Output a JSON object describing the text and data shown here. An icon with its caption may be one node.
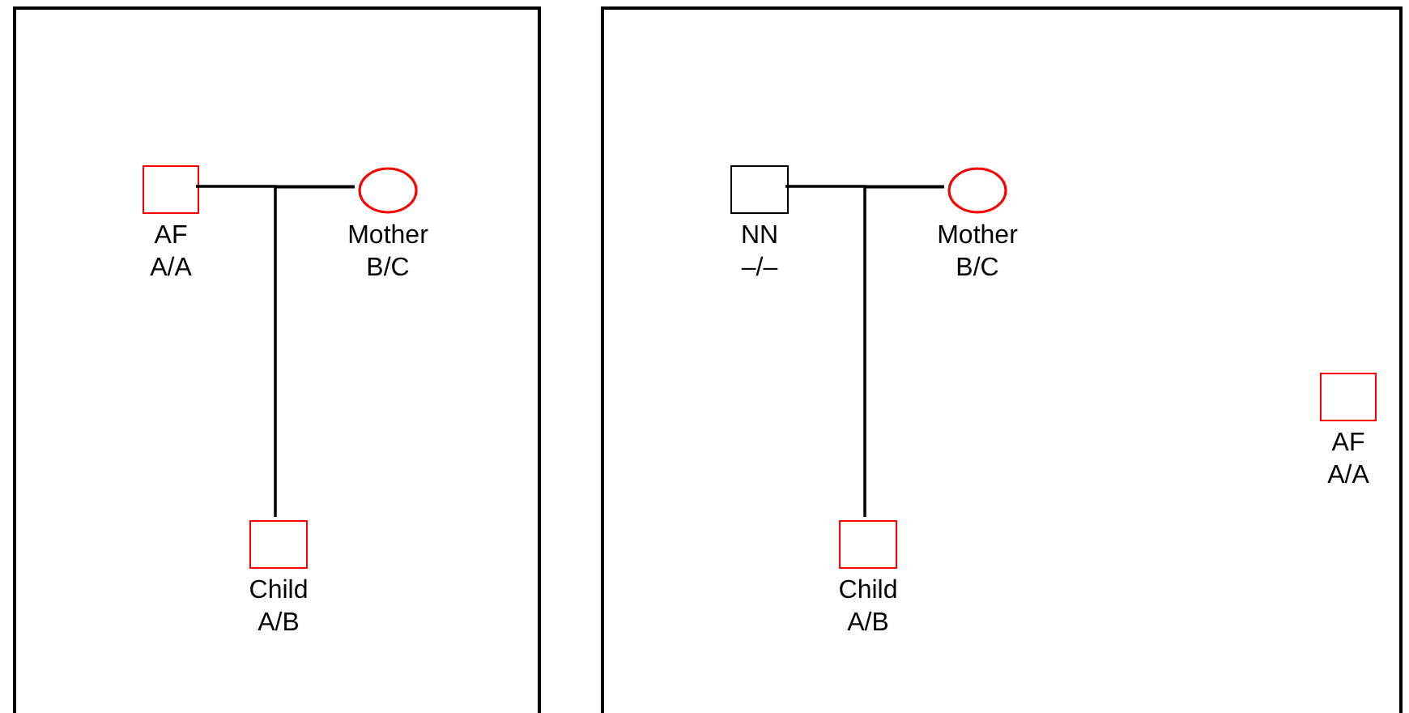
{
  "diagram": {
    "nodes": [
      {
        "text": [],
        "shape": "box"
      },
      {
        "text": [],
        "shape": "box",
        "in": 0,
        "beside": [
          "AF",
          "A/A"
        ]
      },
      {
        "text": [],
        "shape": "circle",
        "in": 0,
        "beside": [
          "Mother",
          "B/C"
        ]
      },
      {
        "text": [],
        "shape": "box",
        "in": 0,
        "beside": [
          "Child",
          "A/B"
        ]
      },
      {
        "text": [],
        "shape": "box"
      },
      {
        "text": [],
        "shape": "box",
        "in": 4,
        "beside": [
          "NN",
          "–/–"
        ]
      },
      {
        "text": [],
        "shape": "circle",
        "in": 4,
        "beside": [
          "Mother",
          "B/C"
        ]
      },
      {
        "text": [],
        "shape": "box",
        "in": 4,
        "beside": [
          "Child",
          "A/B"
        ]
      },
      {
        "text": [],
        "shape": "box",
        "in": 4,
        "beside": [
          "AF",
          "A/A"
        ]
      }
    ],
    "edges": [
      {
        "from": 1,
        "to": 2,
        "arrow": "none"
      },
      {
        "from": 1,
        "to": 3,
        "arrow": "none"
      },
      {
        "from": 2,
        "to": 3,
        "arrow": "none"
      },
      {
        "from": 5,
        "to": 6,
        "arrow": "none"
      },
      {
        "from": 5,
        "to": 7,
        "arrow": "none"
      },
      {
        "from": 6,
        "to": 7,
        "arrow": "none"
      }
    ]
  }
}
